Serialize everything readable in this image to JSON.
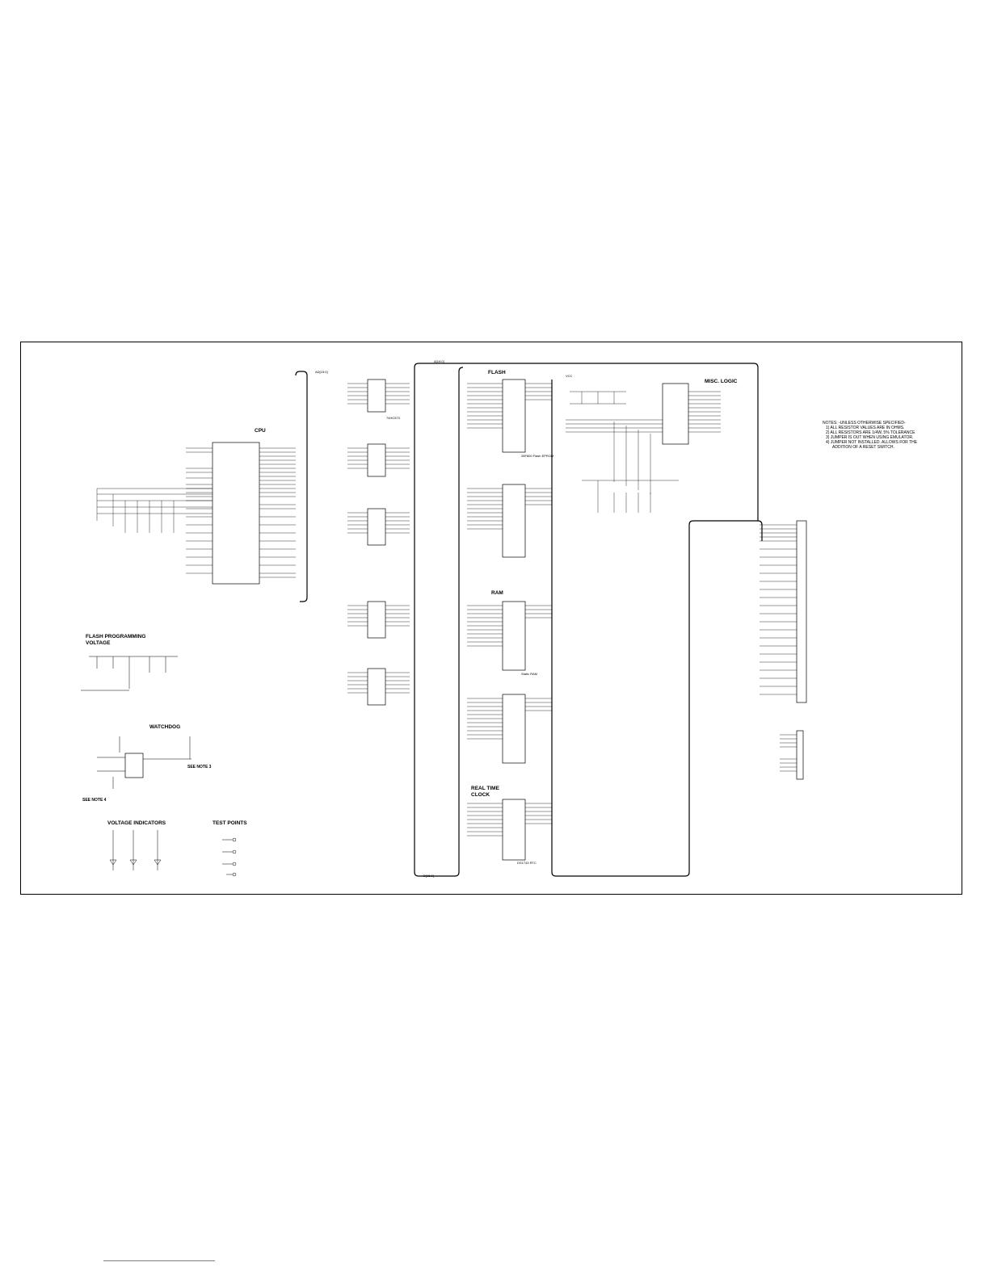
{
  "sections": {
    "cpu": "CPU",
    "flash": "FLASH",
    "misc_logic": "MISC. LOGIC",
    "ram": "RAM",
    "real_time_clock_1": "REAL TIME",
    "real_time_clock_2": "CLOCK",
    "flash_programming_1": "FLASH PROGRAMMING",
    "flash_programming_2": "VOLTAGE",
    "watchdog": "WATCHDOG",
    "voltage_indicators": "VOLTAGE INDICATORS",
    "test_points": "TEST POINTS",
    "see_note_3": "SEE NOTE 3",
    "see_note_4": "SEE NOTE 4"
  },
  "bus_labels": {
    "ad": "AD[15:0]",
    "a": "A[19:0]",
    "d": "D[15:0]"
  },
  "notes": {
    "header": "NOTES: -UNLESS OTHERWISE SPECIFIED-",
    "items": [
      "1)  ALL RESISTOR VALUES ARE IN OHMS.",
      "2)  ALL RESISTORS ARE 1/4W, 5% TOLERANCE",
      "3)  JUMPER IS OUT WHEN USING EMULATOR.",
      "4)  JUMPER NOT INSTALLED.  ALLOWS FOR THE"
    ],
    "continuation": "ADDITION OF A  RESET SWITCH."
  },
  "parts": {
    "latch": "74HC573",
    "flash_chip": "28F800 Flash EPROM",
    "ram_chip": "Static RAM",
    "rtc_chip": "DS1743 RTC",
    "vcc": "VCC"
  }
}
